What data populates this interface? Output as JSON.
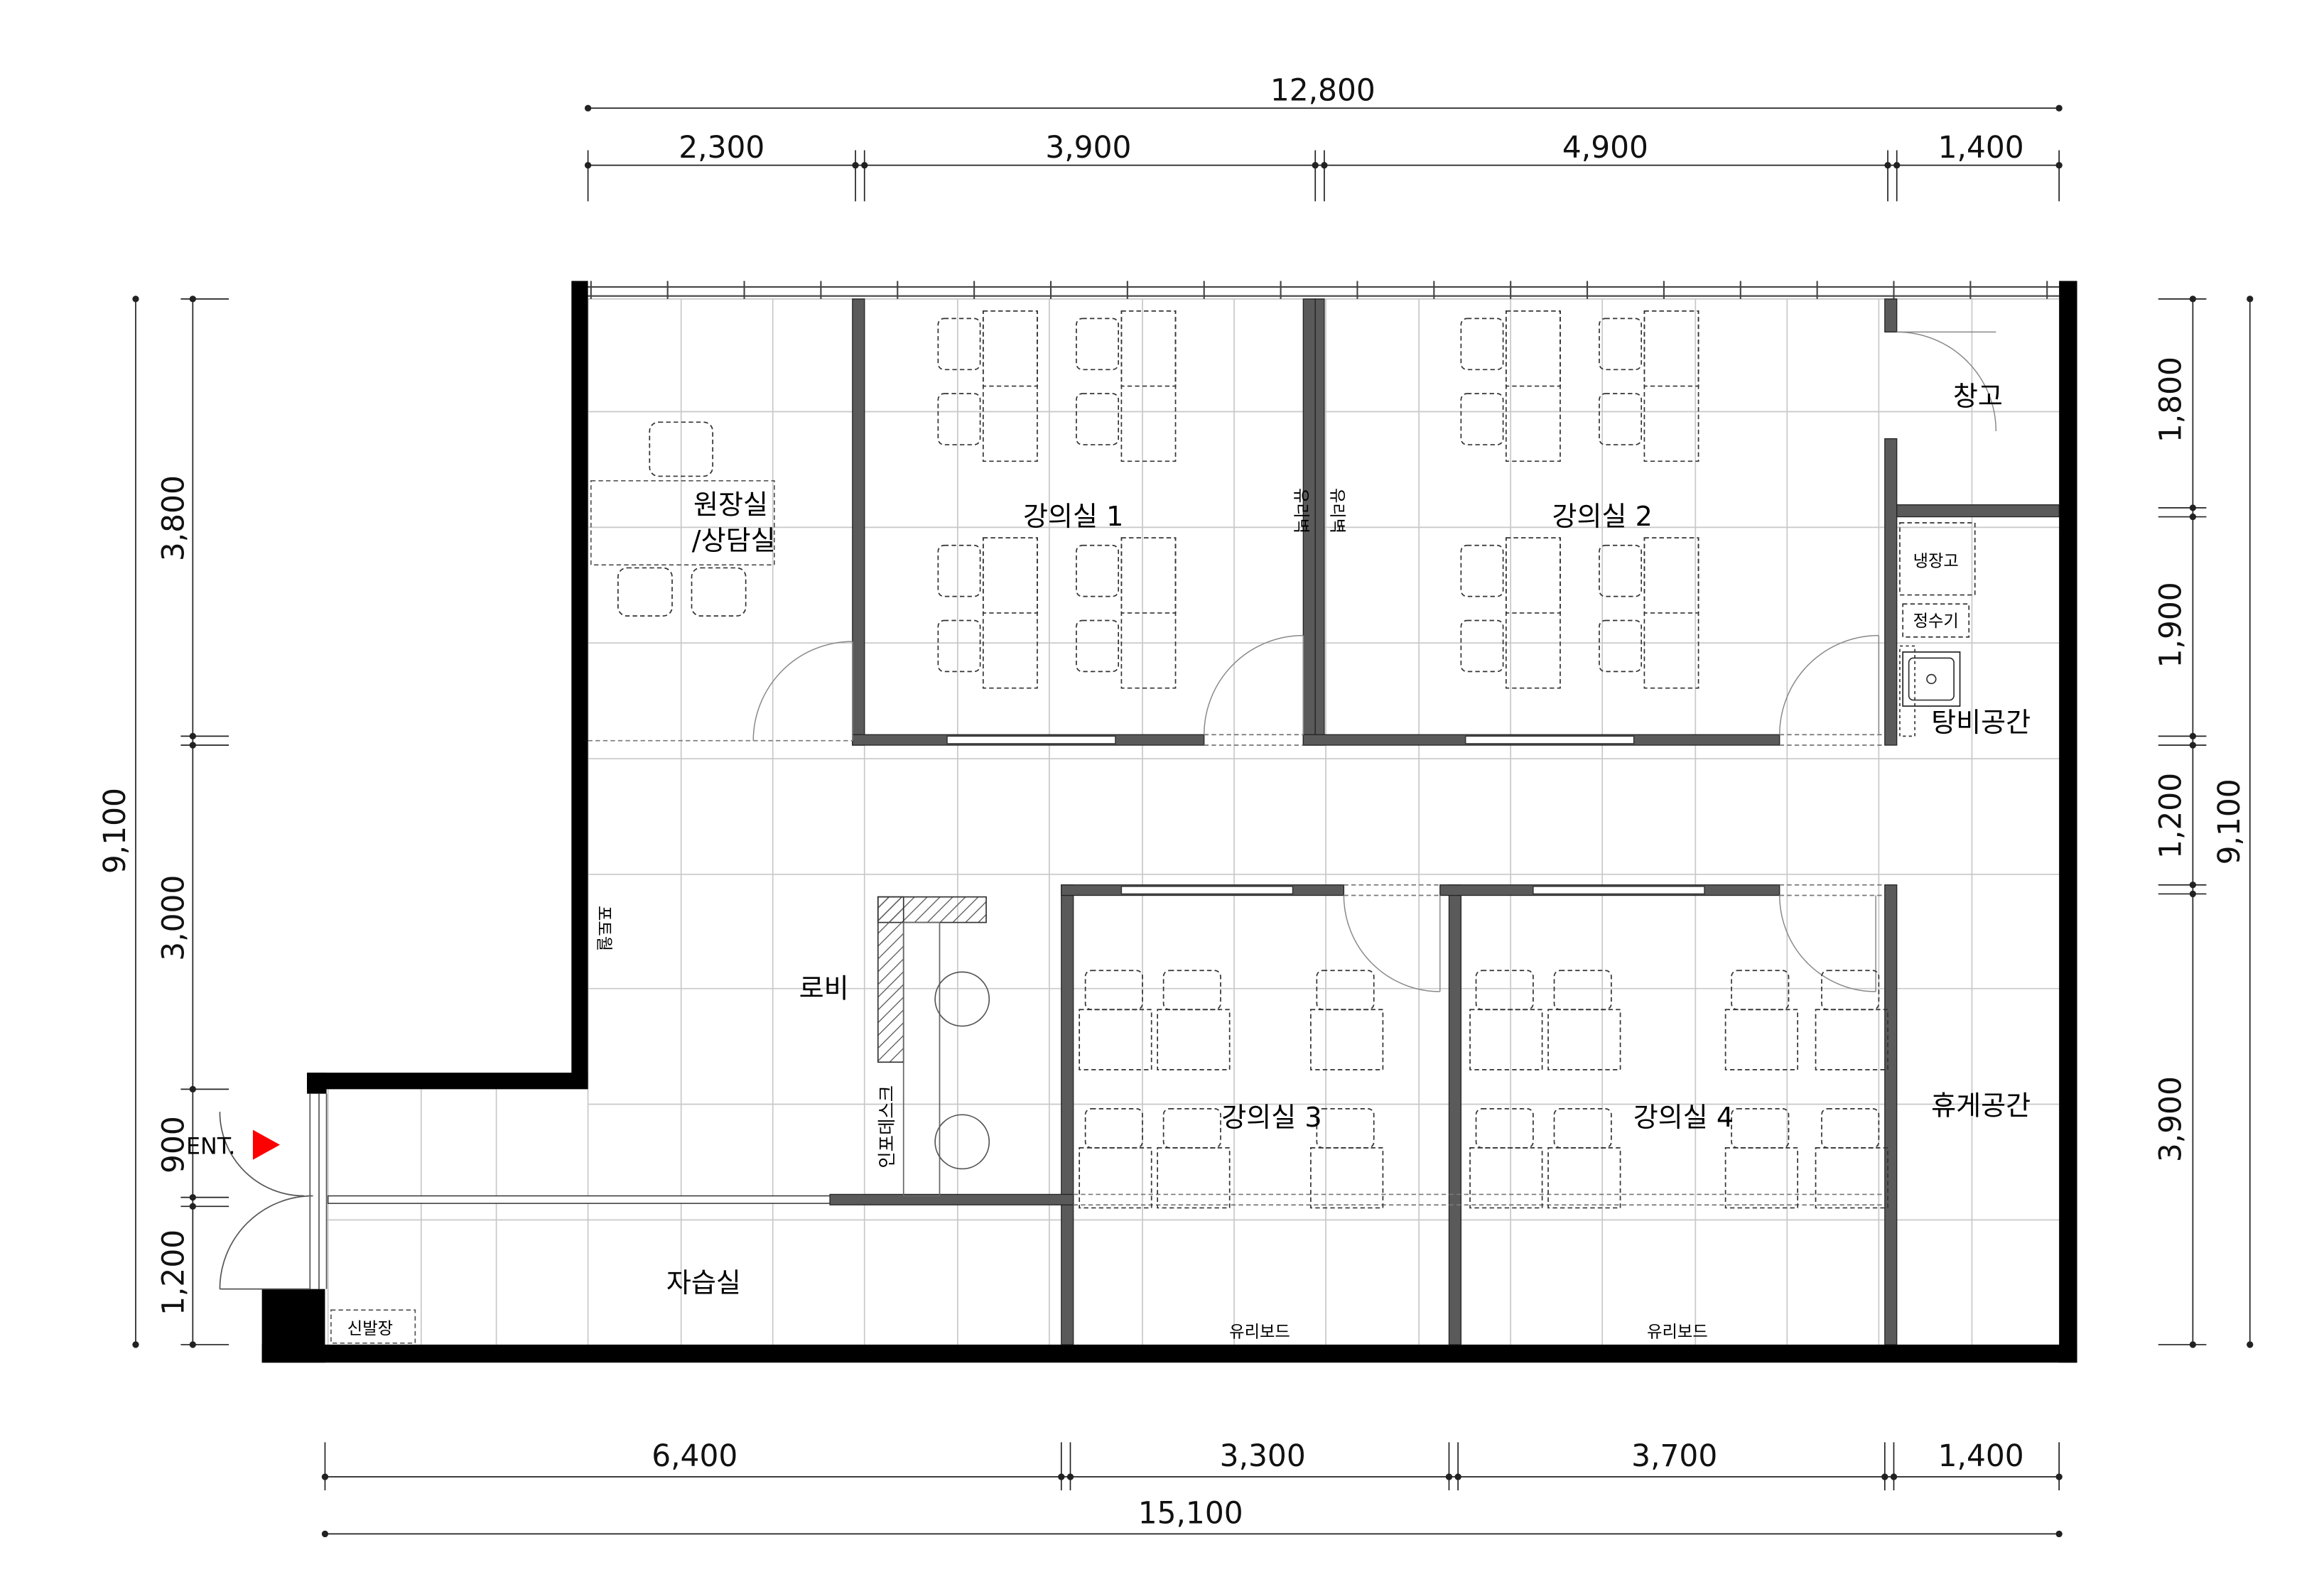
{
  "dimensions": {
    "top_total": "12,800",
    "top": [
      "2,300",
      "3,900",
      "4,900",
      "1,400"
    ],
    "bottom": [
      "6,400",
      "3,300",
      "3,700",
      "1,400"
    ],
    "bottom_total": "15,100",
    "left_total": "9,100",
    "left": [
      "3,800",
      "3,000",
      "900",
      "1,200"
    ],
    "right_total": "9,100",
    "right": [
      "1,800",
      "1,900",
      "1,200",
      "3,900"
    ]
  },
  "rooms": {
    "director_line1": "원장실",
    "director_line2": "/상담실",
    "lecture1": "강의실 1",
    "lecture2": "강의실 2",
    "lecture3": "강의실 3",
    "lecture4": "강의실 4",
    "storage": "창고",
    "pantry": "탕비공간",
    "lobby": "로비",
    "lounge": "휴게공간",
    "study": "자습실"
  },
  "labels": {
    "entrance": "ENT.",
    "fridge": "냉장고",
    "water": "정수기",
    "shoe": "신발장",
    "photowall": "포토월",
    "infodesk": "인포데스크",
    "glassboard1": "유리보드",
    "glassboard2": "유리보드",
    "glass_wall_a": "유리벽",
    "glass_wall_b": "유리벽"
  },
  "colors": {
    "wall": "#000000",
    "partition": "#555555",
    "grid": "#c8c8c8",
    "furniture": "#333333",
    "arrow": "#ff0000"
  }
}
